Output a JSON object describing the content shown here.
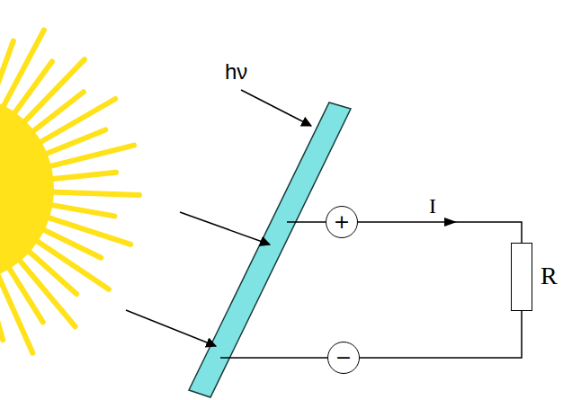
{
  "diagram": {
    "nodes": [
      {
        "text": [
          "+"
        ]
      },
      {
        "text": [
          "−"
        ]
      },
      {
        "text": [
          "R"
        ]
      }
    ],
    "edges": [
      {
        "from": 0,
        "to": 2,
        "arrow": "none",
        "label": "I"
      },
      {
        "from": 2,
        "to": 1,
        "arrow": "none"
      }
    ],
    "labels": [
      "hν"
    ]
  }
}
